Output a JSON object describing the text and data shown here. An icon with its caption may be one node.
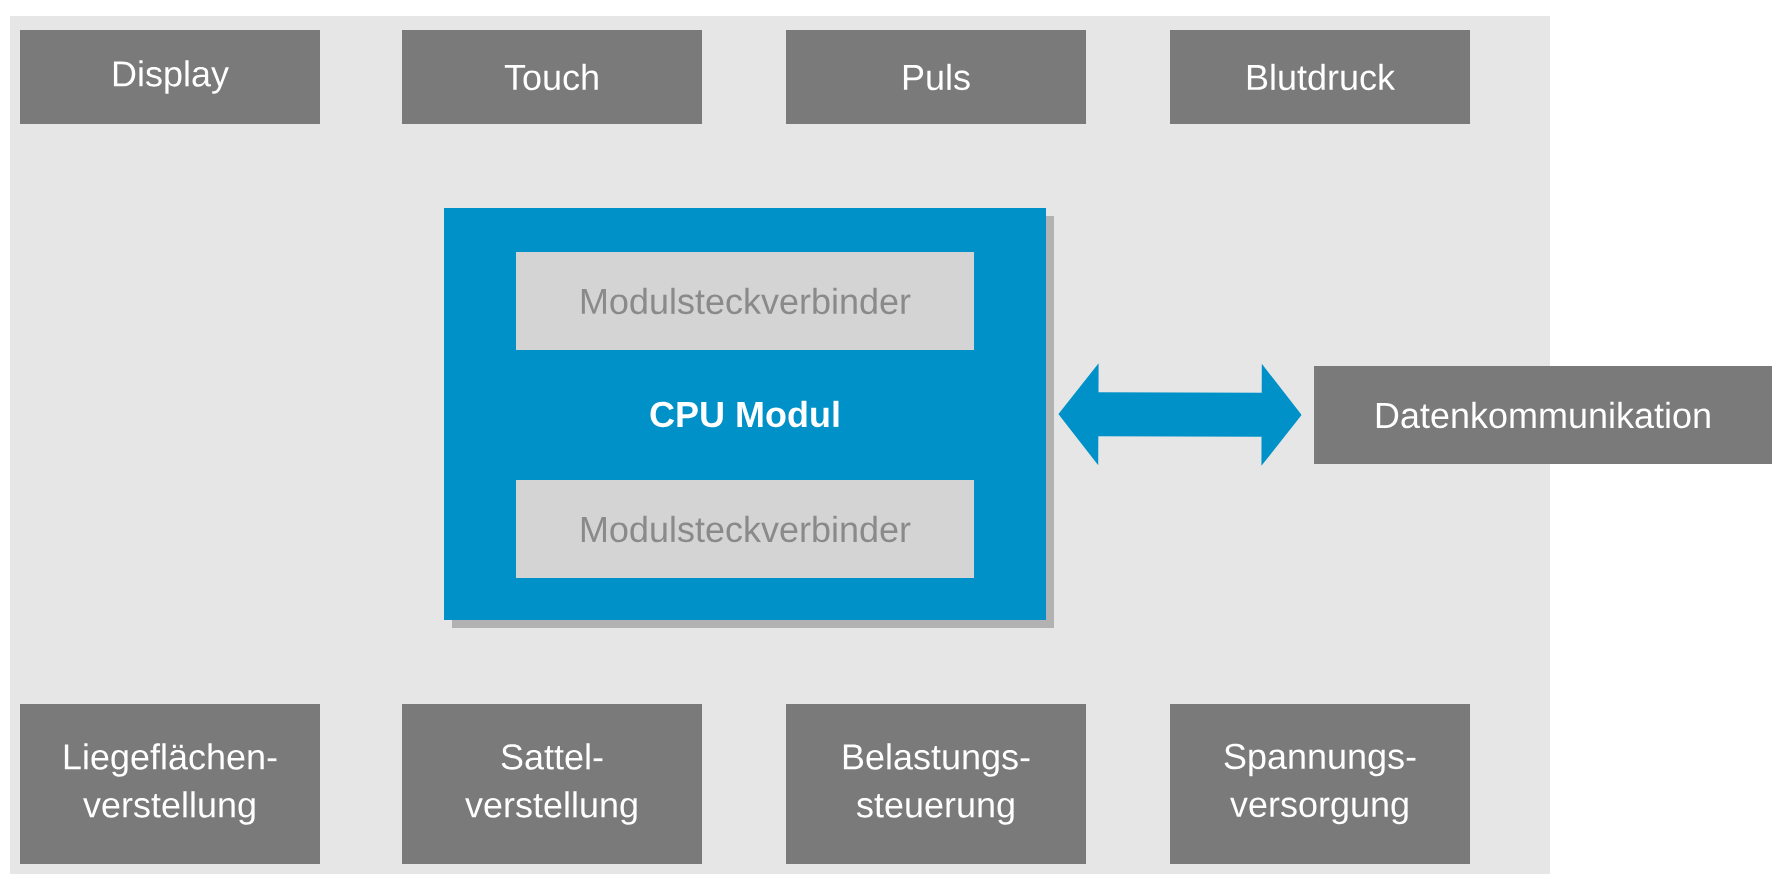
{
  "diagram": {
    "nodes": [
      {
        "text": [
          "Display"
        ]
      },
      {
        "text": [
          "Touch"
        ]
      },
      {
        "text": [
          "Puls"
        ]
      },
      {
        "text": [
          "Blutdruck"
        ]
      },
      {
        "text": [
          "CPU Modul"
        ]
      },
      {
        "text": [
          "Modulsteckverbinder"
        ],
        "in": 4
      },
      {
        "text": [
          "Modulsteckverbinder"
        ],
        "in": 4
      },
      {
        "text": [
          "Datenkommunikation"
        ]
      },
      {
        "text": [
          "Liegeflächen- verstellung"
        ]
      },
      {
        "text": [
          "Sattel- verstellung"
        ]
      },
      {
        "text": [
          "Belastungs- steuerung"
        ]
      },
      {
        "text": [
          "Spannungs- versorgung"
        ]
      }
    ],
    "edges": [
      {
        "from": 4,
        "to": 7,
        "arrow": "both",
        "color": "#0091c8"
      }
    ]
  }
}
